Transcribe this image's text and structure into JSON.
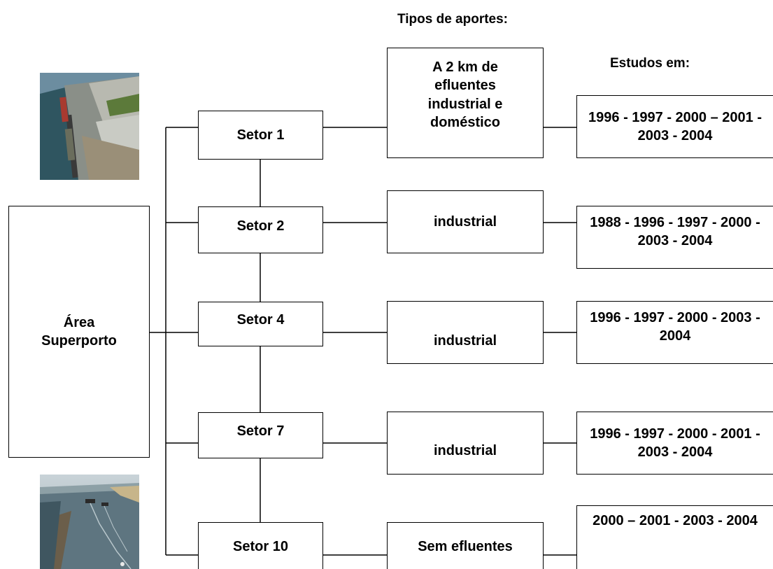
{
  "headers": {
    "aportes": "Tipos de aportes:",
    "estudos": "Estudos em:"
  },
  "area": {
    "line1": "Área",
    "line2": "Superporto"
  },
  "sectors": [
    {
      "name": "Setor 1",
      "aporte": "A 2 km de efluentes industrial e doméstico",
      "estudos": "1996 - 1997 - 2000 – 2001 - 2003 - 2004"
    },
    {
      "name": "Setor 2",
      "aporte": "industrial",
      "estudos": "1988 - 1996 - 1997 - 2000 - 2003 - 2004"
    },
    {
      "name": "Setor 4",
      "aporte": "industrial",
      "estudos": "1996 - 1997 - 2000 - 2003 - 2004"
    },
    {
      "name": "Setor 7",
      "aporte": "industrial",
      "estudos": "1996 - 1997 - 2000 - 2001 - 2003 - 2004"
    },
    {
      "name": "Setor 10",
      "aporte": "Sem efluentes",
      "estudos": "2000 – 2001 - 2003 - 2004"
    }
  ],
  "photos": [
    {
      "name": "port-aerial-photo"
    },
    {
      "name": "channel-aerial-photo"
    }
  ]
}
